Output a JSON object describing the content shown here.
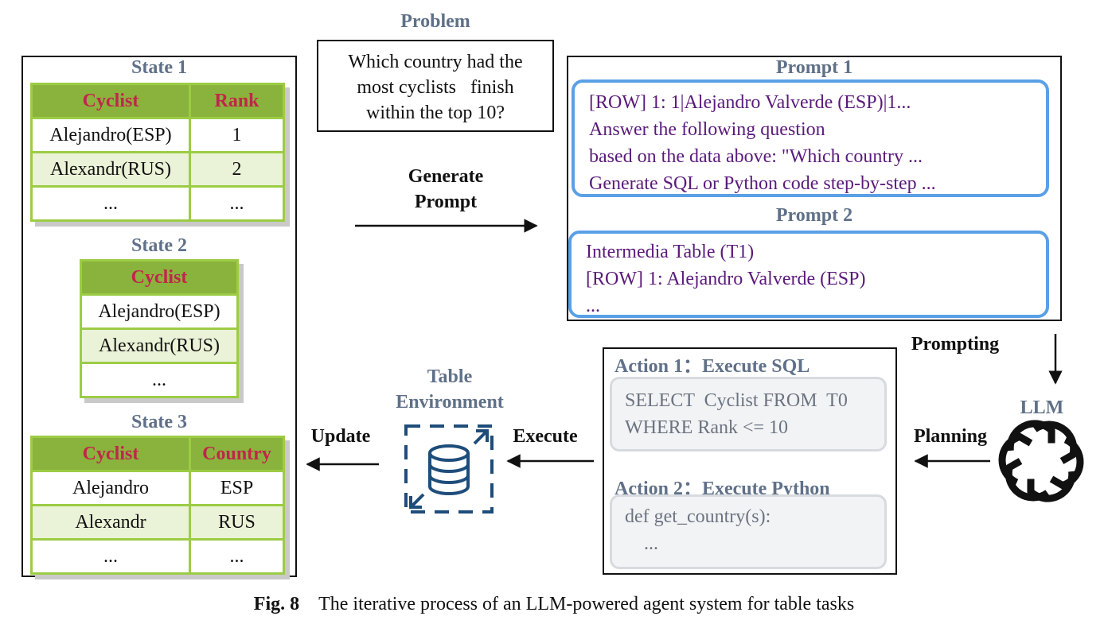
{
  "problem": {
    "title": "Problem",
    "text_lines": [
      "Which country had the",
      "most cyclists   finish",
      "within the top 10?"
    ]
  },
  "states": {
    "s1": {
      "title": "State 1",
      "headers": [
        "Cyclist",
        "Rank"
      ],
      "rows": [
        [
          "Alejandro(ESP)",
          "1"
        ],
        [
          "Alexandr(RUS)",
          "2"
        ],
        [
          "...",
          "..."
        ]
      ]
    },
    "s2": {
      "title": "State 2",
      "headers": [
        "Cyclist"
      ],
      "rows": [
        [
          "Alejandro(ESP)"
        ],
        [
          "Alexandr(RUS)"
        ],
        [
          "..."
        ]
      ]
    },
    "s3": {
      "title": "State 3",
      "headers": [
        "Cyclist",
        "Country"
      ],
      "rows": [
        [
          "Alejandro",
          "ESP"
        ],
        [
          "Alexandr",
          "RUS"
        ],
        [
          "...",
          "..."
        ]
      ]
    }
  },
  "generate_prompt": {
    "line1": "Generate",
    "line2": "Prompt"
  },
  "prompts": {
    "p1": {
      "title": "Prompt 1",
      "lines": [
        "[ROW] 1: 1|Alejandro Valverde (ESP)|1...",
        "Answer the following question",
        "based on the data above: \"Which country ...",
        "Generate SQL or Python code step-by-step ..."
      ]
    },
    "p2": {
      "title": "Prompt 2",
      "lines": [
        "Intermedia Table (T1)",
        "[ROW] 1: Alejandro Valverde (ESP)",
        "..."
      ]
    }
  },
  "labels": {
    "prompting": "Prompting",
    "llm": "LLM",
    "planning": "Planning",
    "execute": "Execute",
    "update": "Update",
    "env_line1": "Table",
    "env_line2": "Environment"
  },
  "actions": {
    "a1": {
      "title": "Action 1：Execute SQL",
      "code": [
        "SELECT  Cyclist FROM  T0",
        "WHERE Rank <= 10"
      ]
    },
    "a2": {
      "title": "Action 2：Execute Python",
      "code": [
        "def get_country(s):",
        "    ..."
      ]
    }
  },
  "caption": {
    "fig": "Fig. 8",
    "text": "The iterative process of an LLM-powered agent system for table tasks"
  },
  "colors": {
    "accent_green": "#8ab33d",
    "header_text": "#c0264a",
    "prompt_border": "#5aa0e6",
    "prompt_text": "#5a1a7a",
    "env_icon": "#1e4d7a"
  },
  "icons": {
    "llm": "openai-logo-icon",
    "env": "database-icon"
  }
}
